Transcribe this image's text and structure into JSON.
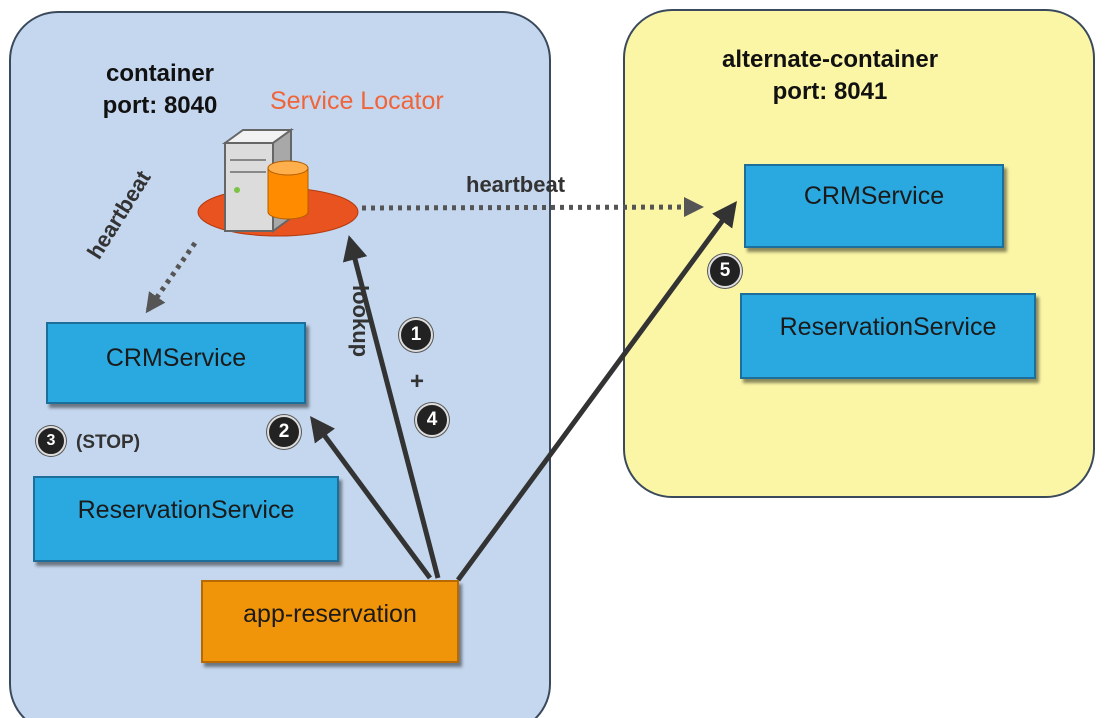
{
  "containers": {
    "left": {
      "name": "container",
      "port": "port: 8040"
    },
    "right": {
      "name": "alternate-container",
      "port": "port: 8041"
    }
  },
  "service_locator": {
    "label": "Service Locator"
  },
  "left_services": {
    "crm": "CRMService",
    "reservation": "ReservationService",
    "app": "app-reservation"
  },
  "right_services": {
    "crm": "CRMService",
    "reservation": "ReservationService"
  },
  "edge_labels": {
    "heartbeat_right": "heartbeat",
    "heartbeat_left": "heartbeat",
    "lookup": "lookup",
    "plus": "+",
    "stop": "(STOP)"
  },
  "steps": [
    "1",
    "2",
    "3",
    "4",
    "5"
  ],
  "colors": {
    "left_container": "#c5d7ee",
    "right_container": "#fbf6a6",
    "service": "#2aa9e0",
    "app": "#f0940a",
    "service_locator_text": "#f0643a"
  }
}
